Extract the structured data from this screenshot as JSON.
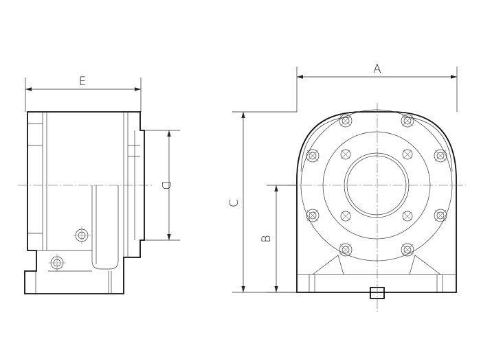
{
  "dimensions": {
    "A": "A",
    "B": "B",
    "C": "C",
    "D": "D",
    "E": "E"
  },
  "colors": {
    "outline": "#111111",
    "detail": "#333333",
    "background": "#ffffff"
  }
}
